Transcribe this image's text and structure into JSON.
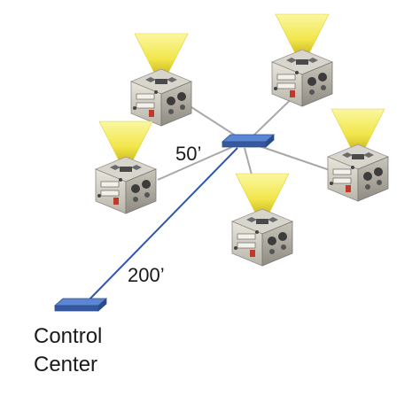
{
  "diagram": {
    "labels": {
      "short_run": "50’",
      "long_run": "200’",
      "control_line1": "Control",
      "control_line2": "Center"
    },
    "colors": {
      "trunk_line": "#2f56b0",
      "branch_line": "#a8a8a8",
      "switch_top": "#5b86d3",
      "switch_side": "#35589e",
      "light_beam": "#f4ec5a",
      "fixture_body": "#d9d6cc"
    },
    "nodes": {
      "hub": "network-switch",
      "control": "control-center-switch",
      "fixtures": [
        "fixture-1",
        "fixture-2",
        "fixture-3",
        "fixture-4",
        "fixture-5"
      ]
    }
  }
}
